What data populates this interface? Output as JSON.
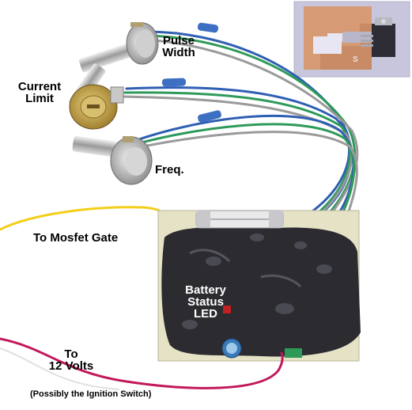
{
  "labels": {
    "pulse_width": {
      "line1": "Pulse",
      "line2": "Width"
    },
    "current_limit": {
      "line1": "Current",
      "line2": "Limit"
    },
    "freq": "Freq.",
    "mosfet_gate": "To Mosfet Gate",
    "twelve_volts": {
      "line1": "To",
      "line2": "12 Volts"
    },
    "ignition_note": "(Possibly the Ignition Switch)",
    "battery_status": {
      "line1": "Battery",
      "line2": "Status",
      "line3": "LED"
    }
  },
  "inset_markings": {
    "pad_letter": "S"
  },
  "colors": {
    "background": "#ffffff",
    "label_text": "#000000",
    "led_label_text": "#ffffff",
    "potting": "#2b2b30",
    "pcb": "#e6e2c6",
    "yellow_wire": "#f2cf1a",
    "red_wire": "#c2185b",
    "blue_wire": "#2f5fb3",
    "green_wire": "#2e9a5a",
    "gray_wire": "#9a9a9a",
    "inset_background": "#c7c6dc",
    "copper_pad": "#d69a74"
  }
}
